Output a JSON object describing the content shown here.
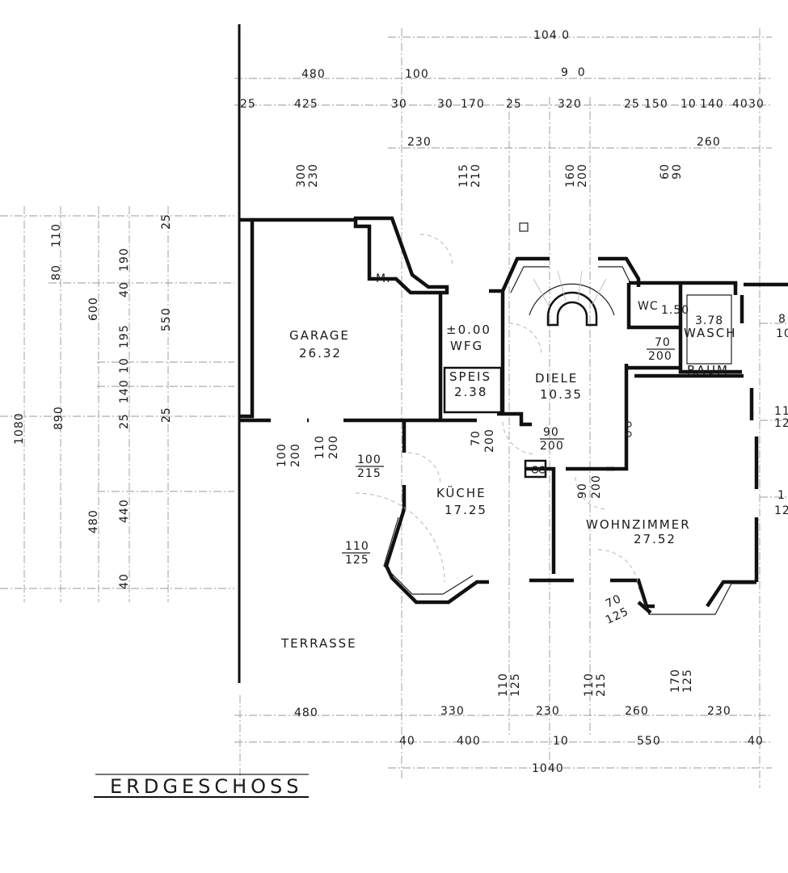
{
  "title": "ERDGESCHOSS",
  "rooms": {
    "garage": {
      "name": "GARAGE",
      "area": "26.32"
    },
    "wfg": {
      "level": "±0.00",
      "name": "WFG"
    },
    "speis": {
      "name": "SPEIS",
      "area": "2.38"
    },
    "diele": {
      "name": "DIELE",
      "area": "10.35"
    },
    "wc": {
      "name": "WC",
      "area": "1.50"
    },
    "waschraum": {
      "area": "3.78",
      "name1": "WASCH",
      "name2": "RAUM"
    },
    "kueche": {
      "name": "KÜCHE",
      "area": "17.25"
    },
    "wohnzimmer": {
      "name": "WOHNZIMMER",
      "area": "27.52"
    },
    "terrasse": {
      "name": "TERRASSE"
    },
    "m_label": "M."
  },
  "top_dimensions": {
    "overall": "104 0",
    "row2": [
      "480",
      "100",
      "9  0"
    ],
    "row3": [
      "25",
      "425",
      "30",
      "30",
      "170",
      "25",
      "320",
      "25",
      "150",
      "10",
      "140",
      "40",
      "30"
    ],
    "row4": [
      "230",
      "260"
    ],
    "openings": [
      {
        "width": "300",
        "height": "230"
      },
      {
        "width": "115",
        "height": "210"
      },
      {
        "width": "160",
        "height": "200"
      },
      {
        "width": "60",
        "height": "90"
      }
    ]
  },
  "left_dimensions": {
    "overall": "1080",
    "col2": [
      "110",
      "80",
      "600",
      "890",
      "480"
    ],
    "col3": [
      "190",
      "40",
      "195",
      "140",
      "10",
      "25",
      "440",
      "40"
    ],
    "col4": [
      "25",
      "550",
      "25"
    ]
  },
  "interior_dimensions": {
    "garage_door_1": {
      "width": "100",
      "height": "200"
    },
    "garage_door_2": {
      "width": "110",
      "height": "200"
    },
    "terrace_door": {
      "width": "100",
      "height": "215"
    },
    "speis_door": {
      "width": "70",
      "height": "200"
    },
    "diele_door": {
      "width": "90",
      "height": "200"
    },
    "wohn_door": {
      "width": "90",
      "height": "200"
    },
    "wc_door": {
      "width": "70",
      "height": "200"
    },
    "kueche_window": {
      "width": "110",
      "height": "125"
    },
    "wohn_window": {
      "width": "70",
      "height": "125"
    }
  },
  "right_dimensions": [
    "8",
    "10",
    "11",
    "12",
    "1",
    "12"
  ],
  "bottom_dimensions": {
    "openings": [
      {
        "width": "110",
        "height": "125"
      },
      {
        "width": "110",
        "height": "215"
      },
      {
        "width": "170",
        "height": "125"
      }
    ],
    "row1": [
      "480",
      "330",
      "230",
      "260",
      "230"
    ],
    "row2": [
      "40",
      "400",
      "10",
      "550",
      "40"
    ],
    "overall": "1040"
  }
}
